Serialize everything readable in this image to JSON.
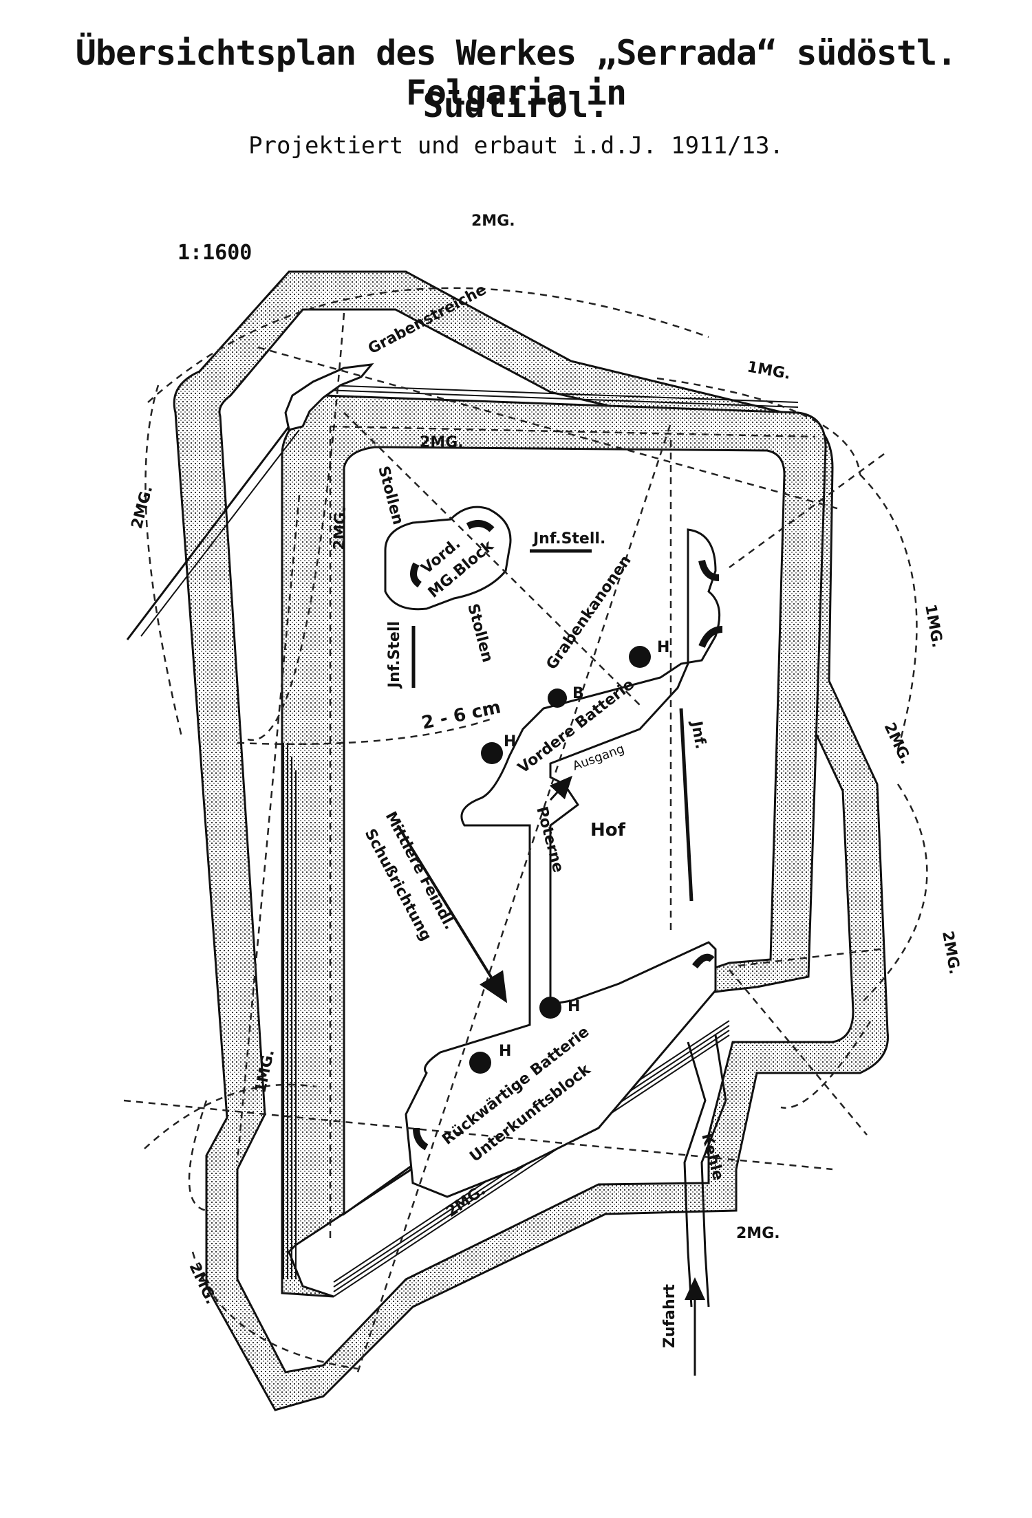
{
  "header": {
    "title_line1": "Übersichtsplan des Werkes „Serrada“ südöstl. Folgaria in",
    "title_line2": "Südtirol.",
    "subtitle": "Projektiert und erbaut i.d.J. 1911/13."
  },
  "scale": "1:1600",
  "labels": {
    "grabenstreiche": "Grabenstreiche",
    "stollen_upper": "Stollen",
    "stollen_lower": "Stollen",
    "vord_mg_block_1": "Vord.",
    "vord_mg_block_2": "MG.Block",
    "inf_stell_upper": "Jnf.Stell.",
    "inf_stell_left": "Jnf.Stell",
    "grabenkanonen": "Grabenkanonen",
    "caliber": "2 - 6 cm",
    "vordere_batterie": "Vordere Batterie",
    "ausgang": "Ausgang",
    "inf": "Jnf.",
    "hof": "Hof",
    "poterne": "Poterne",
    "feindl_1": "Mittlere Feindl.",
    "feindl_2": "Schußrichtung",
    "rueckw_batterie": "Rückwärtige Batterie",
    "unterkunftsblock": "Unterkunftsblock",
    "kehle": "Kehle",
    "zufahrt": "Zufahrt",
    "h": "H",
    "b": "B"
  },
  "mg_labels": {
    "top": "2MG.",
    "upper_right": "1MG.",
    "inner_top": "2MG.",
    "left_outer": "2MG.",
    "left_inner": "2MG.",
    "right_1mg": "1MG.",
    "right_2mg_upper": "2MG.",
    "right_2mg_lower": "2MG.",
    "lower_left_1mg": "1MG.",
    "bottom_2mg_inner": "2MG.",
    "bottom_2mg_right": "2MG.",
    "bottom_left_2mg": "2MG."
  }
}
